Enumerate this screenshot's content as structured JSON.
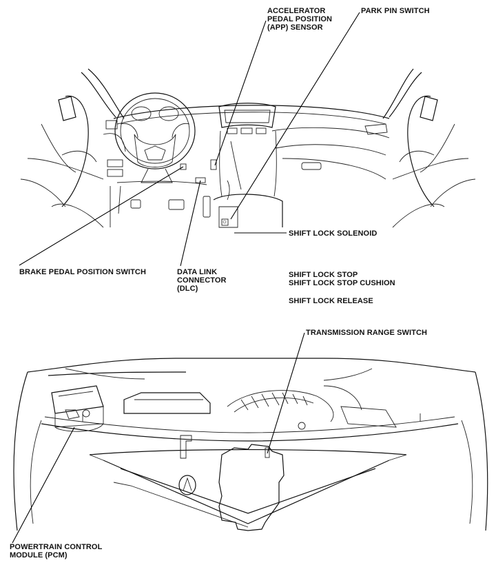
{
  "labels": {
    "app_sensor": "ACCELERATOR\nPEDAL POSITION\n(APP) SENSOR",
    "park_pin": "PARK PIN SWITCH",
    "shift_lock_solenoid": "SHIFT LOCK SOLENOID",
    "brake_pedal": "BRAKE PEDAL POSITION SWITCH",
    "dlc": "DATA LINK\nCONNECTOR\n(DLC)",
    "shift_lock_stop": "SHIFT LOCK STOP\nSHIFT LOCK STOP CUSHION",
    "shift_lock_release": "SHIFT LOCK RELEASE",
    "trans_range": "TRANSMISSION RANGE SWITCH",
    "pcm": "POWERTRAIN CONTROL\nMODULE (PCM)"
  }
}
